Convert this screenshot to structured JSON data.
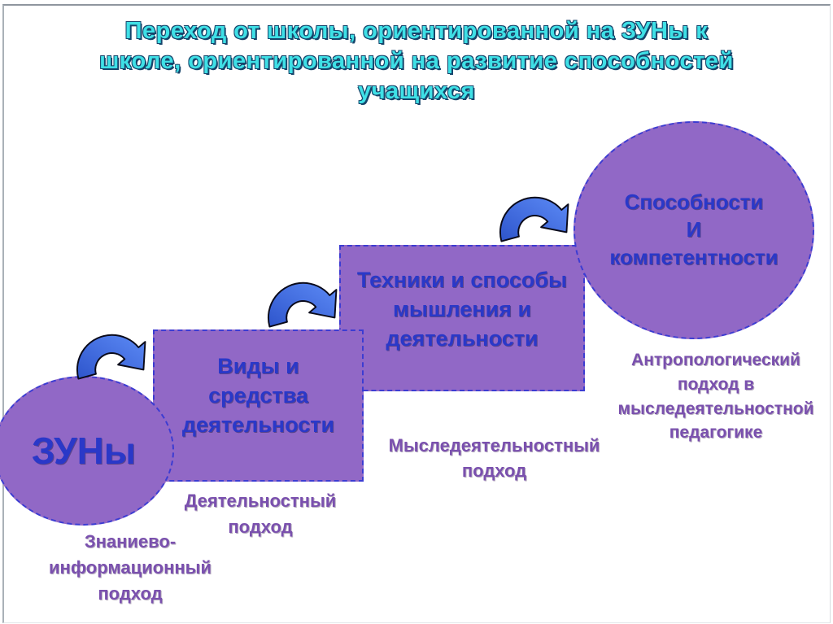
{
  "slide": {
    "title": "Переход от школы, ориентированной на ЗУНы к\nшколе, ориентированной на развитие способностей\nучащихся",
    "steps": [
      {
        "shape": "ellipse",
        "label": "ЗУНы",
        "approach": "Знаниево-\nинформационный\nподход"
      },
      {
        "shape": "rect",
        "label": "Виды и\nсредства\nдеятельности",
        "approach": "Деятельностный\nподход"
      },
      {
        "shape": "rect",
        "label": "Техники и способы\nмышления и\nдеятельности",
        "approach": "Мыследеятельностный\nподход"
      },
      {
        "shape": "ellipse",
        "label": "Способности\nИ\nкомпетентности",
        "approach": "Антропологический\nподход в\nмыследеятельностной\nпедагогике"
      }
    ],
    "arrows": [
      {
        "icon": "curved-arrow"
      },
      {
        "icon": "curved-arrow"
      },
      {
        "icon": "curved-arrow"
      }
    ],
    "colors": {
      "background": "#ffffff",
      "title_text": "#3fe0e6",
      "title_outline": "#17456b",
      "shape_fill": "#9168c6",
      "shape_border": "#3c3cd2",
      "shape_text": "#2a38c8",
      "approach_text": "#7a50ae",
      "arrow_fill_light": "#5c8af5",
      "arrow_fill_dark": "#2e55cc",
      "arrow_outline": "#0a0a1a"
    }
  }
}
